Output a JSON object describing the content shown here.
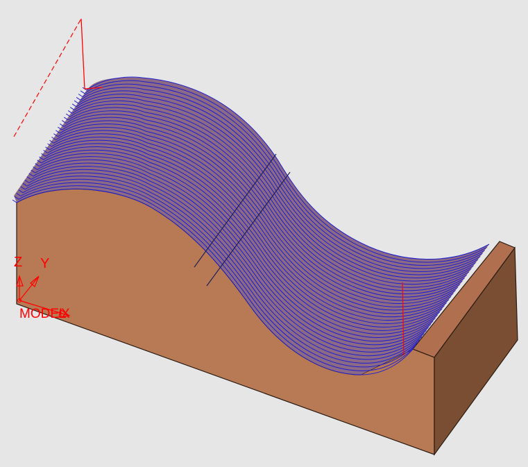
{
  "axis_triad": {
    "z_label": "Z",
    "y_label": "Y",
    "x_label": "X",
    "workplane_label": "MODEL"
  },
  "colors": {
    "background": "#e6e6e6",
    "stock_front": "#b87a55",
    "stock_top": "#b07050",
    "stock_right": "#7a4e33",
    "stock_edge": "#2a1a10",
    "toolpath": "#1d1dd0",
    "surface": "#8c6a85",
    "rapid_move": "#ff0000"
  },
  "toolpath": {
    "pass_count": 34
  }
}
